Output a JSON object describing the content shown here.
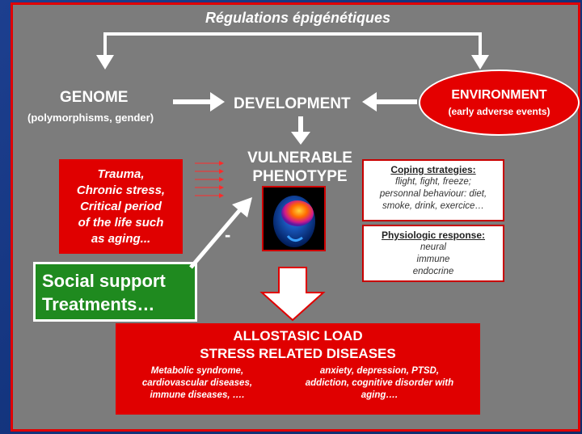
{
  "title": "Régulations épigénétiques",
  "genome": {
    "title": "GENOME",
    "subtitle": "(polymorphisms, gender)"
  },
  "development": {
    "title": "DEVELOPMENT"
  },
  "environment": {
    "title": "ENVIRONMENT",
    "subtitle": "(early adverse events)"
  },
  "vulnerable": {
    "line1": "VULNERABLE",
    "line2": "PHENOTYPE"
  },
  "trauma": {
    "lines": [
      "Trauma,",
      "Chronic stress,",
      "Critical period",
      "of the life such",
      "as aging..."
    ]
  },
  "coping": {
    "heading": "Coping strategies:",
    "lines": [
      "flight, fight, freeze;",
      "personnal behaviour: diet,",
      "smoke, drink, exercice…"
    ]
  },
  "physiologic": {
    "heading": "Physiologic response:",
    "lines": [
      "neural",
      "immune",
      "endocrine"
    ]
  },
  "social": {
    "line1": "Social support",
    "line2": "Treatments…"
  },
  "minus_sign": "-",
  "allostasic": {
    "line1": "ALLOSTASIC LOAD",
    "line2": "STRESS RELATED DISEASES",
    "left_lines": [
      "Metabolic syndrome,",
      "cardiovascular diseases,",
      "immune diseases, …."
    ],
    "right_lines": [
      "anxiety, depression, PTSD,",
      "addiction, cognitive disorder with",
      "aging…."
    ]
  },
  "colors": {
    "red": "#e00000",
    "green": "#1f8a1f",
    "slide": "#7c7c7c",
    "background": "#14357f"
  }
}
